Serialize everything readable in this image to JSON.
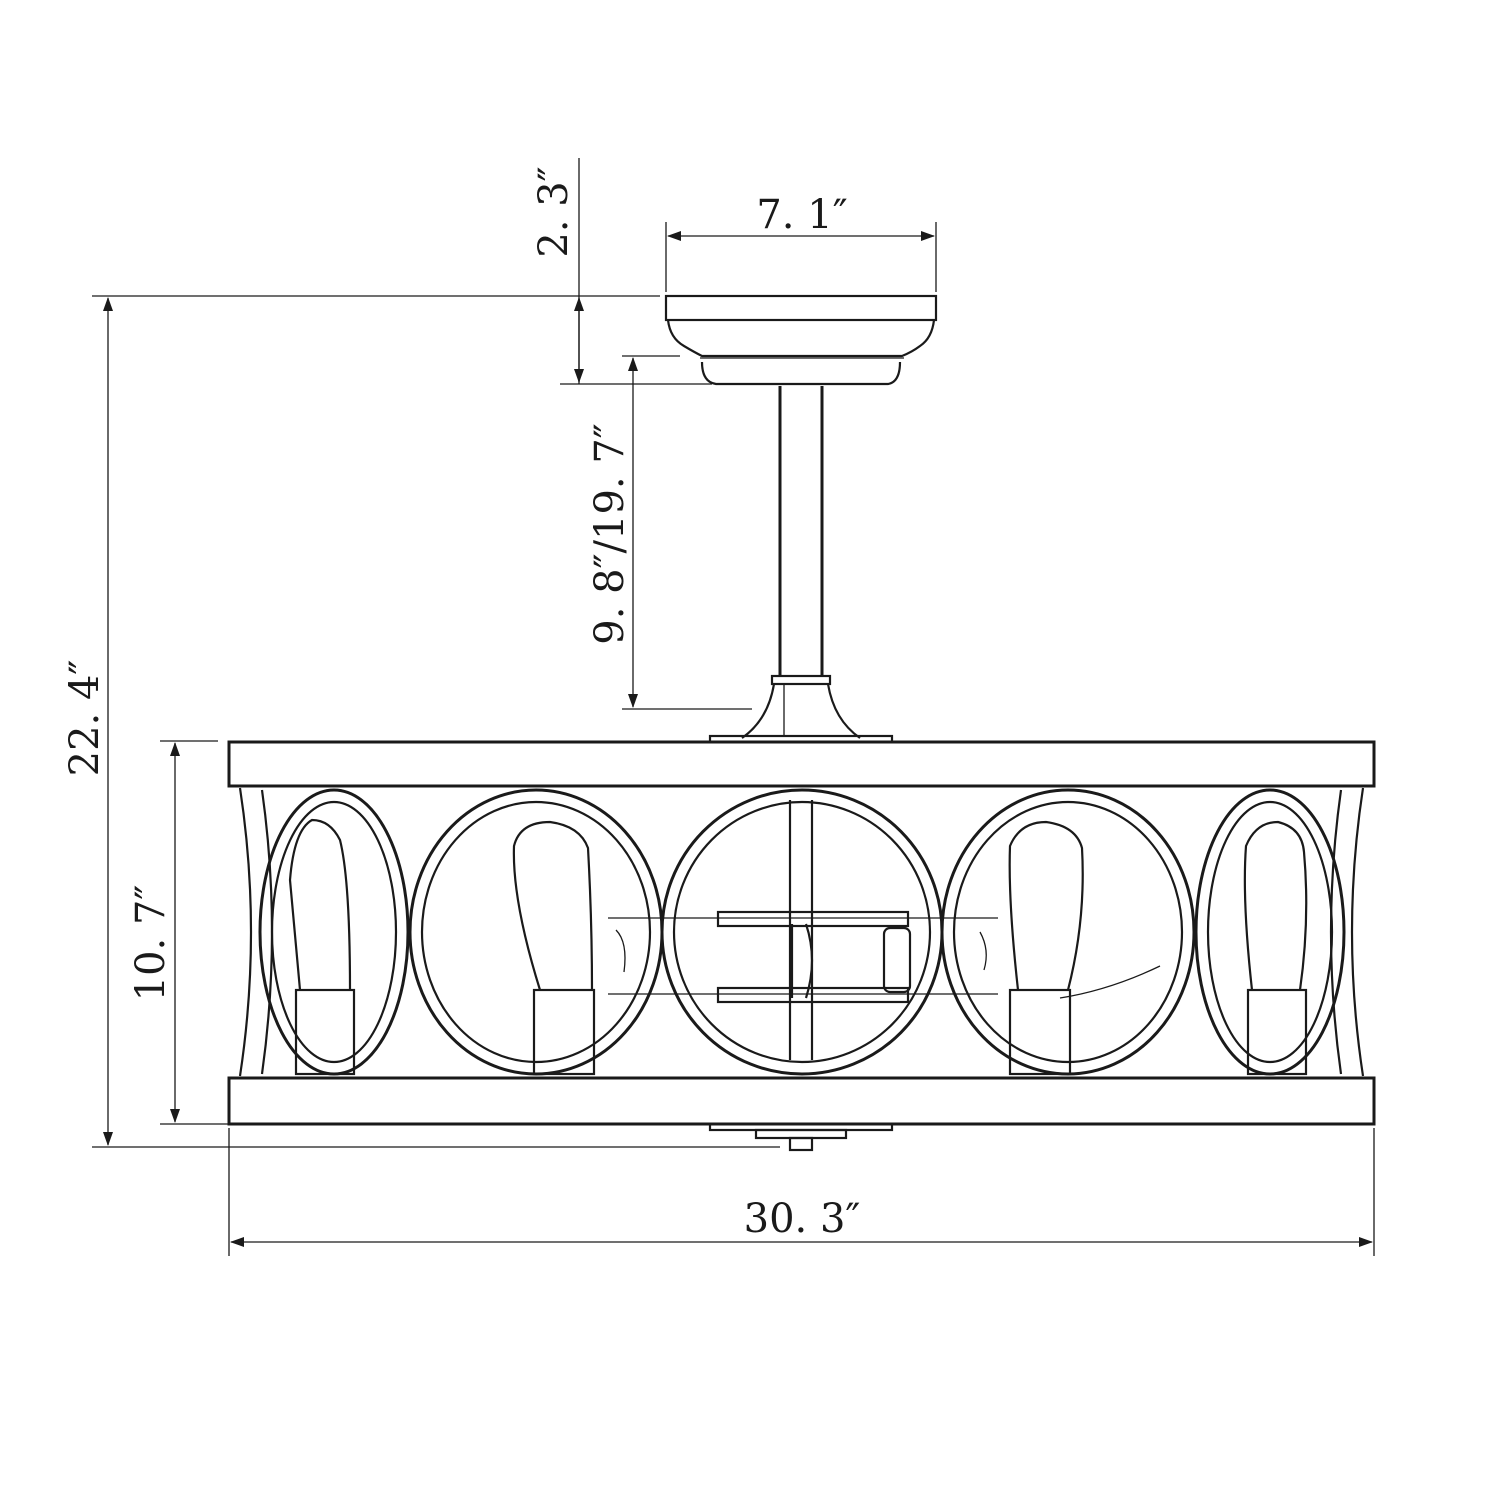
{
  "dimensions": {
    "canopy_width": "7. 1″",
    "canopy_height": "2. 3″",
    "downrod_length": "9. 8″/19. 7″",
    "overall_height": "22. 4″",
    "body_height": "10. 7″",
    "overall_width": "30. 3″"
  },
  "colors": {
    "line": "#1a1a1a",
    "background": "#ffffff"
  }
}
